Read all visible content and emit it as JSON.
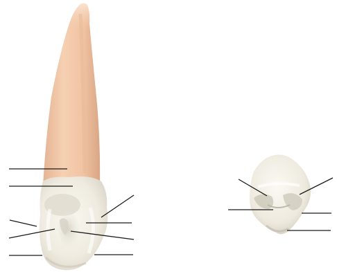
{
  "figure": {
    "views": [
      {
        "id": "lingual-view",
        "leader_count": 9
      },
      {
        "id": "incisal-view",
        "leader_count": 5
      }
    ],
    "colors": {
      "background": "#ffffff",
      "root": "#f2c7a6",
      "root_shadow": "#dba888",
      "enamel": "#f1eee4",
      "enamel_shadow": "#cfcbbd",
      "leader_line": "#1a1a1a"
    },
    "labels": []
  }
}
